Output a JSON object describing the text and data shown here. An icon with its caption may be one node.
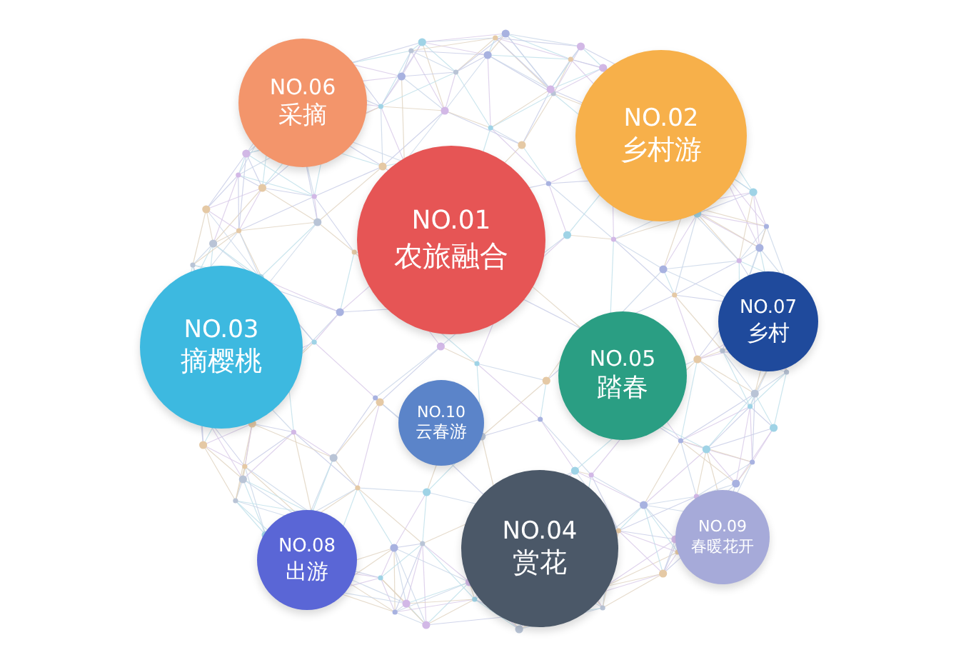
{
  "diagram": {
    "nodes": [
      {
        "text": [
          "NO.06",
          "采摘"
        ]
      },
      {
        "text": [
          "NO.02",
          "乡村游"
        ]
      },
      {
        "text": [
          "NO.01",
          "农旅融合"
        ]
      },
      {
        "text": [
          "NO.07",
          "乡村"
        ]
      },
      {
        "text": [
          "NO.03",
          "摘樱桃"
        ]
      },
      {
        "text": [
          "NO.05",
          "踏春"
        ]
      },
      {
        "text": [
          "NO.10",
          "云春游"
        ]
      },
      {
        "text": [
          "NO.04",
          "赏花"
        ]
      },
      {
        "text": [
          "NO.09",
          "春暖花开"
        ]
      },
      {
        "text": [
          "NO.08",
          "出游"
        ]
      }
    ]
  }
}
